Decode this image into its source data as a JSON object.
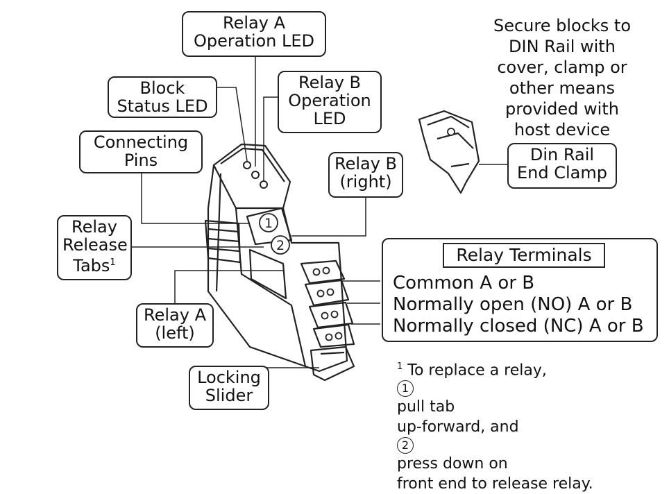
{
  "labels": {
    "relay_a_led": [
      "Relay A",
      "Operation LED"
    ],
    "block_status_led": [
      "Block",
      "Status LED"
    ],
    "relay_b_led": [
      "Relay B",
      "Operation",
      "LED"
    ],
    "connecting_pins": [
      "Connecting",
      "Pins"
    ],
    "relay_b_right": [
      "Relay B",
      "(right)"
    ],
    "relay_release_tabs": [
      "Relay",
      "Release",
      "Tabs"
    ],
    "relay_release_tabs_sup": "1",
    "relay_a_left": [
      "Relay A",
      "(left)"
    ],
    "locking_slider": [
      "Locking",
      "Slider"
    ],
    "din_rail_end_clamp": [
      "Din Rail",
      "End Clamp"
    ],
    "secure_note": [
      "Secure blocks to",
      "DIN Rail with",
      "cover, clamp or",
      "other means",
      "provided with",
      "host device"
    ]
  },
  "callouts": {
    "one": "1",
    "two": "2"
  },
  "terminals": {
    "title": "Relay Terminals",
    "rows": [
      "Common A or B",
      "Normally open (NO) A or B",
      "Normally closed (NC) A or B"
    ]
  },
  "footnote": {
    "mark": "1",
    "line1_pre": " To replace a relay, ",
    "step1": "1",
    "line1_post": " pull tab",
    "line2_pre": "up-forward, and",
    "step2": "2",
    "line2_post": " press down on",
    "line3": "front end to release relay."
  },
  "colors": {
    "ink": "#222222",
    "background": "#ffffff"
  }
}
